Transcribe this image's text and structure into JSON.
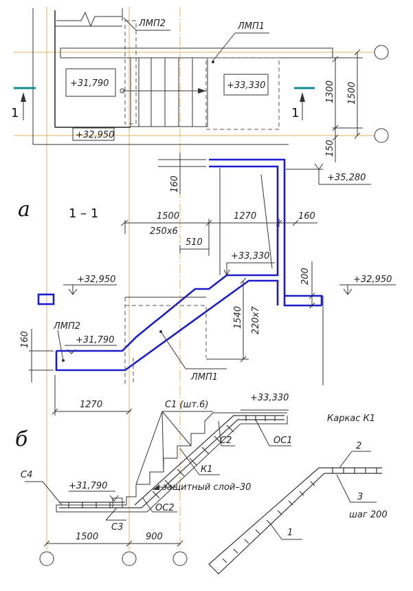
{
  "plan": {
    "label_lmp2": "ЛМП2",
    "label_lmp1": "ЛМП1",
    "elev_left": "+31,790",
    "elev_right": "+33,330",
    "elev_bottom": "+32,950",
    "dim_1300": "1300",
    "dim_1500": "1500",
    "dim_150": "150",
    "elev_35280": "+35,280",
    "section_mark": "1"
  },
  "section": {
    "figure_letter": "а",
    "title": "1 – 1",
    "dim_160_top": "160",
    "dim_1500": "1500",
    "dim_250x6": "250х6",
    "dim_1270_top": "1270",
    "dim_160_right": "160",
    "dim_510": "510",
    "elev_33330": "+33,330",
    "dim_200": "200",
    "elev_32950_left": "+32,950",
    "elev_32950_right": "+32,950",
    "dim_1540": "1540",
    "dim_220x7": "220х7",
    "label_lmp2": "ЛМП2",
    "elev_31790": "+31,790",
    "dim_160_left": "160",
    "label_lmp1": "ЛМП1",
    "dim_1270_bottom": "1270"
  },
  "rebar": {
    "figure_letter": "б",
    "label_c1": "С1 (шт.6)",
    "elev_33330": "+33,330",
    "label_c2": "С2",
    "label_oc1": "ОС1",
    "label_k1": "К1",
    "label_c4": "С4",
    "elev_31790": "+31,790",
    "label_cover": "защитный слой–30",
    "label_oc2": "ОС2",
    "label_c3": "С3",
    "dim_1500": "1500",
    "dim_900": "900"
  },
  "frame": {
    "title": "Каркас К1",
    "label_2": "2",
    "label_3": "3",
    "label_step": "шаг 200",
    "label_1": "1"
  }
}
